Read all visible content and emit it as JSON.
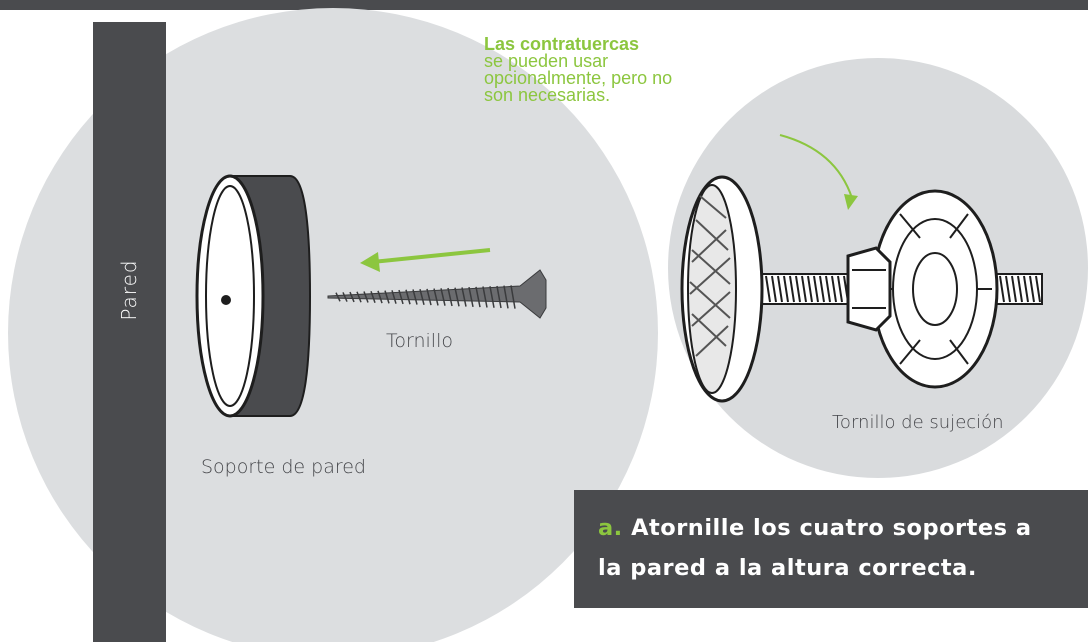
{
  "wall_label": "Pared",
  "screw_label": "Tornillo",
  "mount_label": "Soporte de pared",
  "fastener_label": "Tornillo de sujeción",
  "locknut_note": {
    "title": "Las contratuercas",
    "line1": "se pueden usar",
    "line2": "opcionalmente, pero no",
    "line3": "son necesarias."
  },
  "instruction": {
    "letter": "a.",
    "line1": "Atornille los cuatro soportes a",
    "line2": "la pared a la altura correcta."
  },
  "colors": {
    "accent_green": "#8cc63f",
    "dark_gray": "#4a4b4e",
    "circle_gray": "#dcdee0"
  }
}
